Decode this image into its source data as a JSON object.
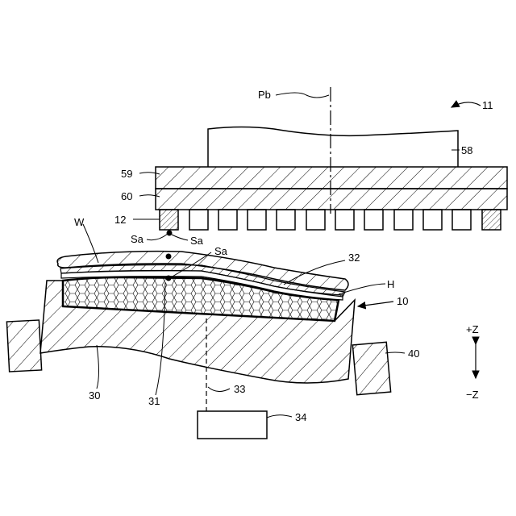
{
  "labels": {
    "device": "11",
    "axis_pb": "Pb",
    "head_body": "58",
    "layer_59": "59",
    "layer_60": "60",
    "pad_12": "12",
    "workpiece": "W",
    "sa_left": "Sa",
    "sa_mid": "Sa",
    "sa_right": "Sa",
    "sheet_32": "32",
    "film_h": "H",
    "table_10": "10",
    "base_30": "30",
    "honeycomb_31": "31",
    "beam_33": "33",
    "unit_34": "34",
    "clamp_40": "40",
    "plus_z": "+Z",
    "minus_z": "−Z"
  }
}
